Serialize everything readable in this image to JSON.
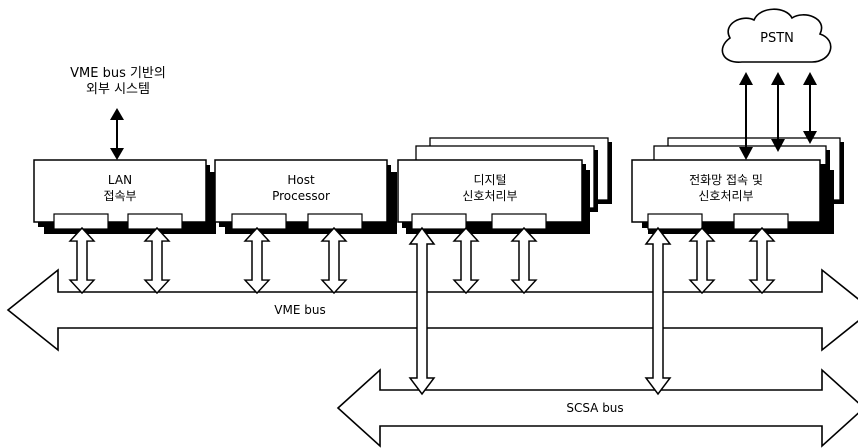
{
  "external_system": {
    "line1": "VME bus 기반의",
    "line2": "외부 시스템"
  },
  "cloud": {
    "label": "PSTN"
  },
  "modules": {
    "lan": {
      "line1": "LAN",
      "line2": "접속부"
    },
    "host": {
      "line1": "Host",
      "line2": "Processor"
    },
    "dsp": {
      "line1": "디지털",
      "line2": "신호처리부"
    },
    "telephony": {
      "line1": "전화망 접속 및",
      "line2": "신호처리부"
    }
  },
  "buses": {
    "vme": "VME bus",
    "scsa": "SCSA bus"
  }
}
